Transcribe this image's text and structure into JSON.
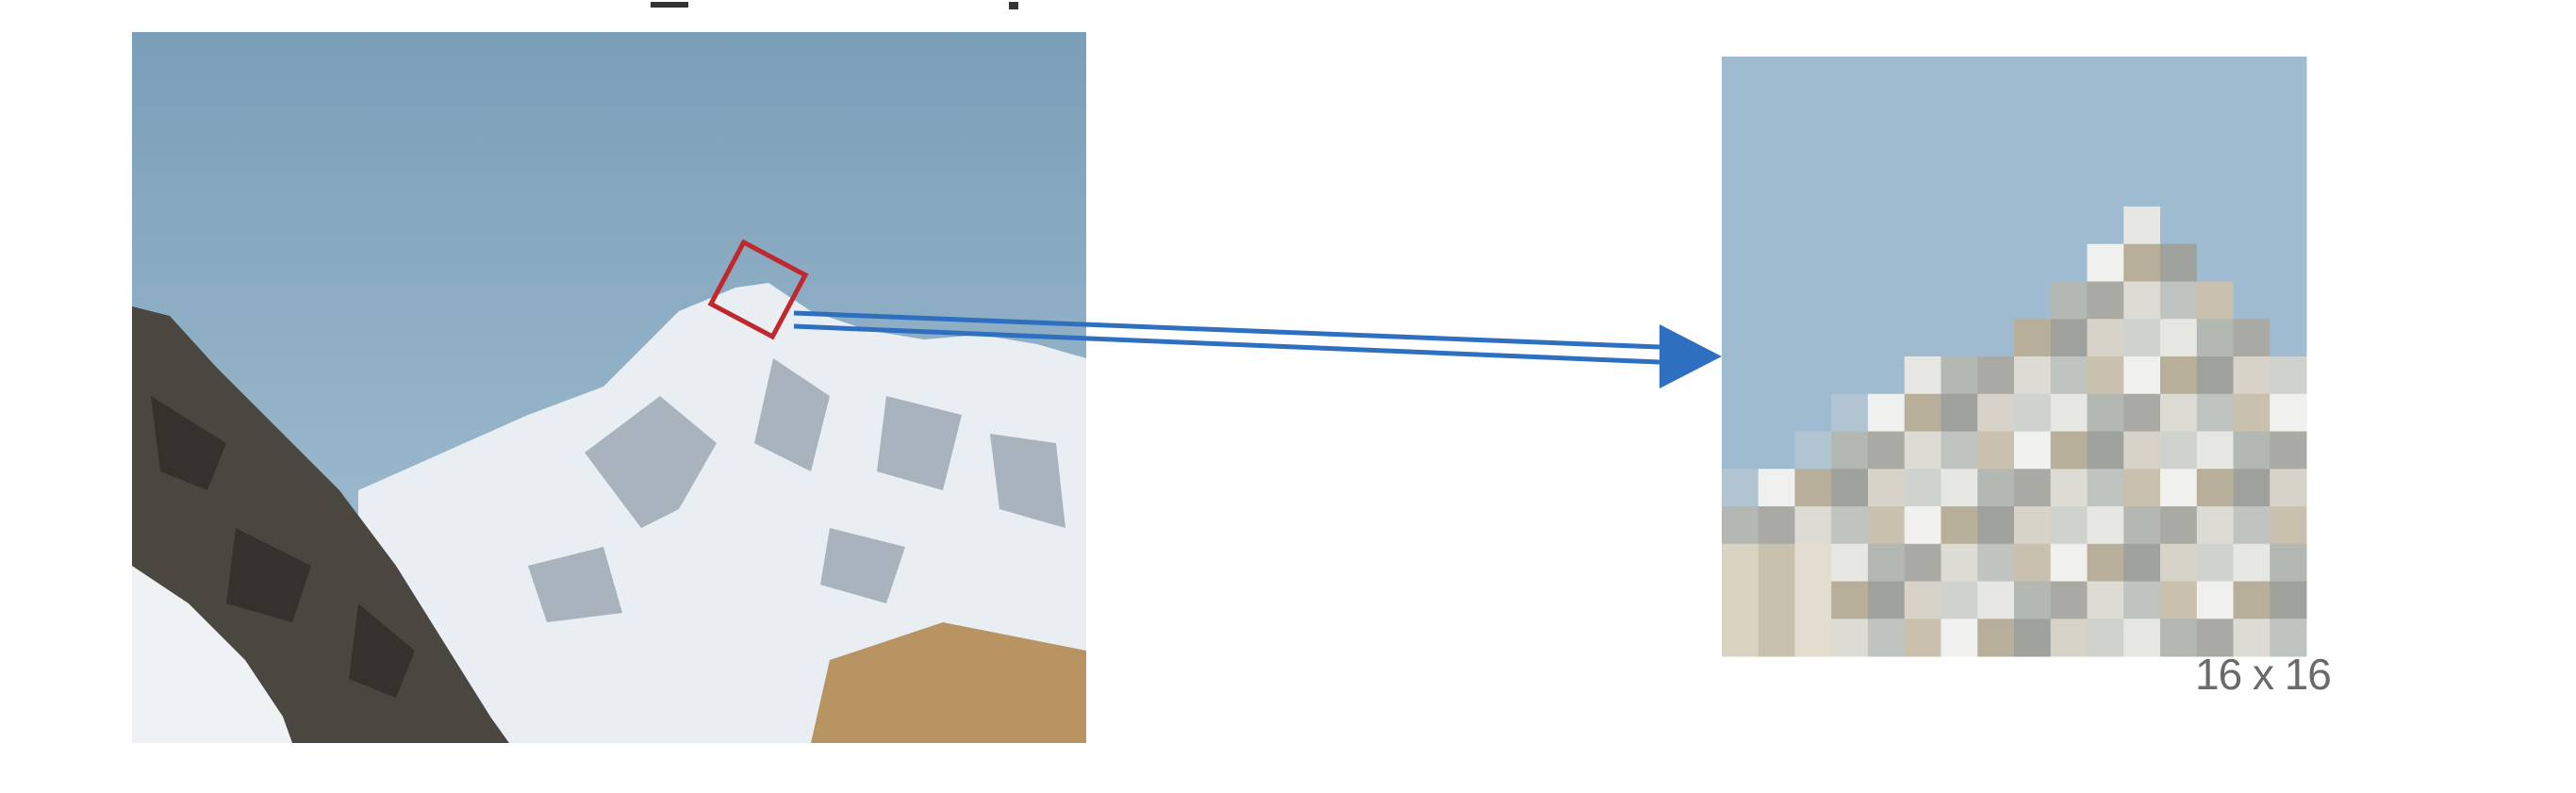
{
  "figure": {
    "grid_size_label": "16 x 16",
    "source_photo": {
      "subject": "snow-capped-mountain-icon"
    },
    "selection": {
      "color": "#c0282d"
    },
    "arrow": {
      "color": "#2f6fbf"
    },
    "zoom_grid": {
      "rows": 16,
      "cols": 16
    }
  }
}
